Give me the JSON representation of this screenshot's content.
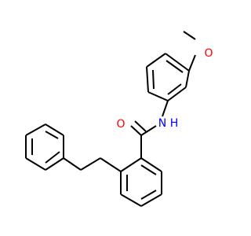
{
  "molecule": {
    "atom_labels": {
      "oxygen_methoxy": "O",
      "oxygen_carbonyl": "O",
      "nitrogen": "N",
      "hydrogen": "H"
    },
    "colors": {
      "bond": "#000000",
      "oxygen": "#ff0000",
      "nitrogen": "#0000ff"
    }
  }
}
